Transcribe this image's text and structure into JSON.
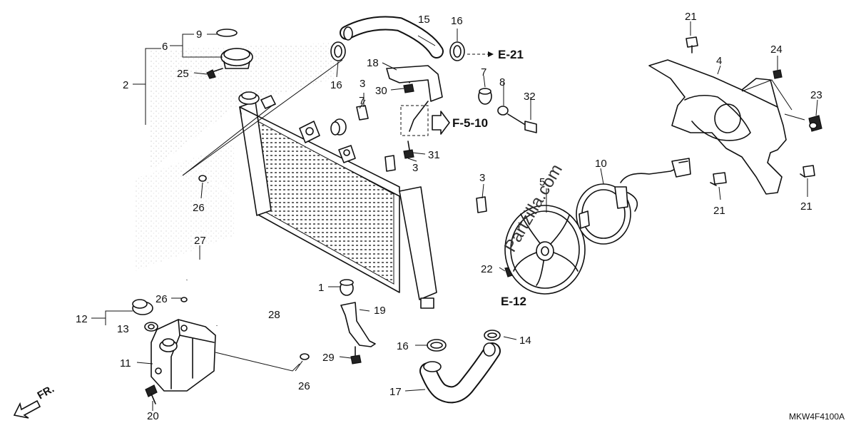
{
  "watermark": "Partzilla.com",
  "diagram_code": "MKW4F4100A",
  "direction_label": "FR.",
  "references": {
    "e21": "E-21",
    "e12": "E-12",
    "f510": "F-5-10"
  },
  "callouts": {
    "c1": "1",
    "c2": "2",
    "c3a": "3",
    "c3b": "3",
    "c3c": "3",
    "c4": "4",
    "c5": "5",
    "c6": "6",
    "c7a": "7",
    "c7b": "7",
    "c8": "8",
    "c9": "9",
    "c10": "10",
    "c11": "11",
    "c12": "12",
    "c13": "13",
    "c14": "14",
    "c15": "15",
    "c16a": "16",
    "c16b": "16",
    "c16c": "16",
    "c17": "17",
    "c18": "18",
    "c19": "19",
    "c20": "20",
    "c21a": "21",
    "c21b": "21",
    "c21c": "21",
    "c22": "22",
    "c23": "23",
    "c24": "24",
    "c25": "25",
    "c26a": "26",
    "c26b": "26",
    "c26c": "26",
    "c27": "27",
    "c28": "28",
    "c29": "29",
    "c30": "30",
    "c31": "31",
    "c32": "32"
  }
}
